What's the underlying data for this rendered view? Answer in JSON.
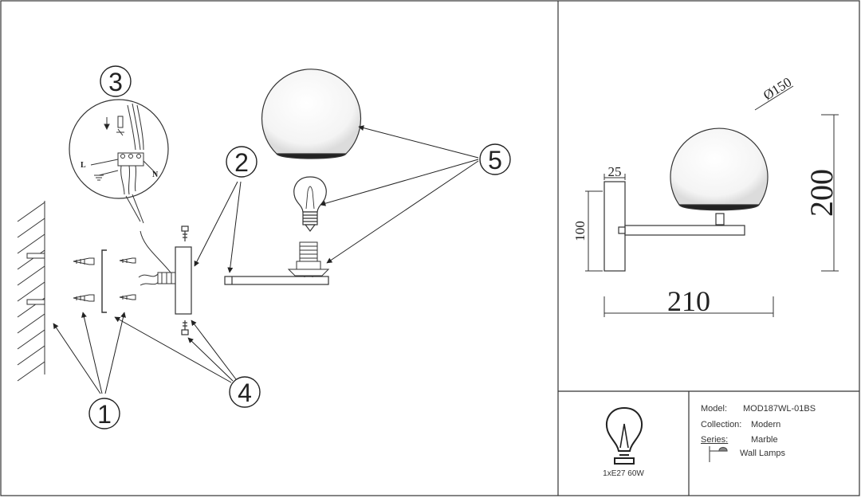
{
  "callouts": {
    "n1": "1",
    "n2": "2",
    "n3": "3",
    "n4": "4",
    "n5": "5"
  },
  "wiring": {
    "live": "L",
    "neutral": "N"
  },
  "dimensions": {
    "globe_diameter": "Ø150",
    "height": "200",
    "mount_width": "25",
    "mount_height": "100",
    "depth": "210"
  },
  "spec": {
    "bulb": "1xE27 60W",
    "model_label": "Model:",
    "model_value": "MOD187WL-01BS",
    "collection_label": "Collection:",
    "collection_value": "Modern",
    "series_label": "Series:",
    "series_value": "Marble",
    "category_value": "Wall Lamps",
    "category_icon": "wall-lamp-icon",
    "bulb_icon": "light-bulb-icon"
  }
}
